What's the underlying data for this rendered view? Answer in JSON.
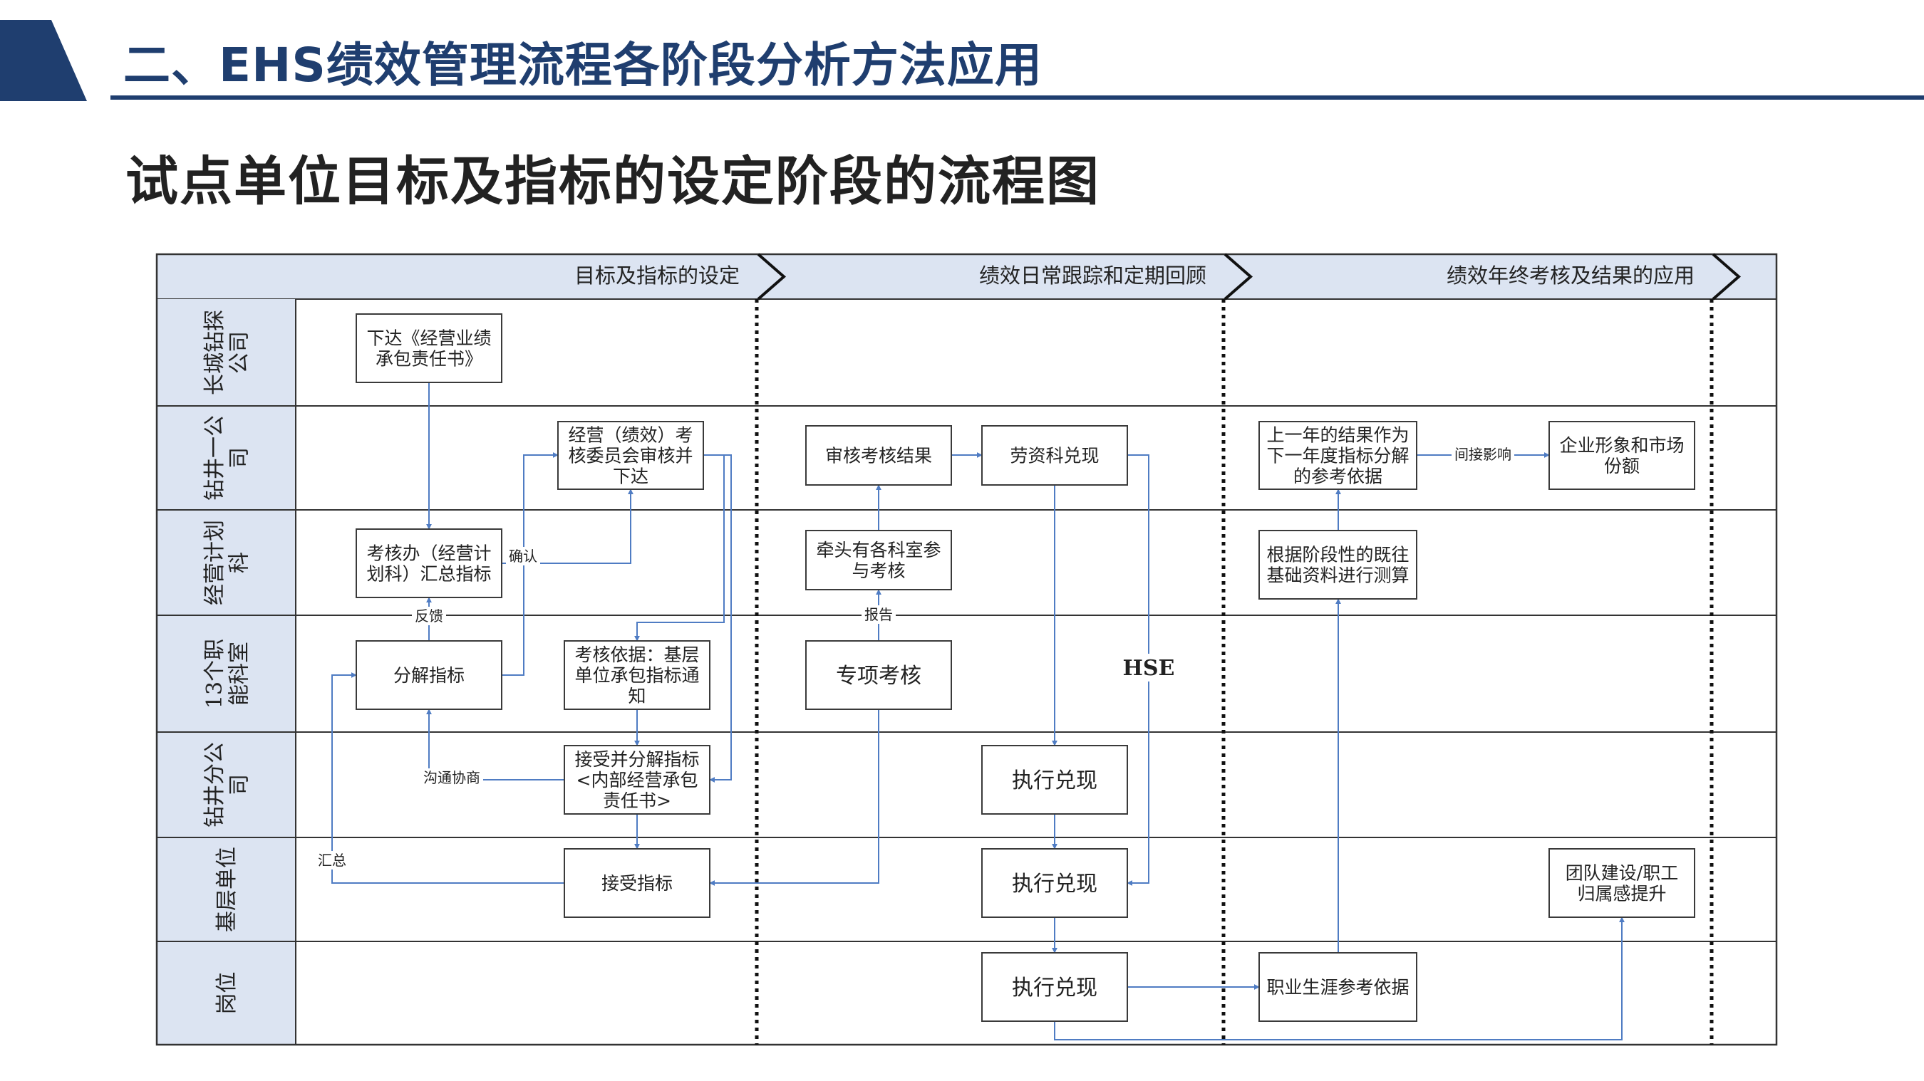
{
  "header": {
    "title": "二、EHS绩效管理流程各阶段分析方法应用",
    "subtitle": "试点单位目标及指标的设定阶段的流程图"
  },
  "colors": {
    "navy": "#1f3e6f",
    "lane_fill": "#dce4f2",
    "arrow": "#4f7cc3",
    "border": "#333333"
  },
  "phases": [
    {
      "label": "目标及指标的设定"
    },
    {
      "label": "绩效日常跟踪和定期回顾"
    },
    {
      "label": "绩效年终考核及结果的应用"
    }
  ],
  "lanes": [
    {
      "label": "长城钻探公司"
    },
    {
      "label": "钻井一公司"
    },
    {
      "label": "经营计划科"
    },
    {
      "label": "13个职能科室"
    },
    {
      "label": "钻井分公司"
    },
    {
      "label": "基层单位"
    },
    {
      "label": "岗位"
    }
  ],
  "boxes": {
    "b1": "下达《经营业绩承包责任书》",
    "b2": "经营（绩效）考核委员会审核并下达",
    "b3": "考核办（经营计划科）汇总指标",
    "b4": "分解指标",
    "b5": "考核依据：基层单位承包指标通知",
    "b6": "接受并分解指标<内部经营承包责任书>",
    "b7": "接受指标",
    "b8": "审核考核结果",
    "b9": "劳资科兑现",
    "b10": "牵头有各科室参与考核",
    "b11": "专项考核",
    "b12": "执行兑现",
    "b13": "执行兑现",
    "b14": "执行兑现",
    "b15": "上一年的结果作为下一年度指标分解的参考依据",
    "b16": "企业形象和市场份额",
    "b17": "根据阶段性的既往基础资料进行测算",
    "b18": "团队建设/职工归属感提升",
    "b19": "职业生涯参考依据"
  },
  "edge_labels": {
    "confirm": "确认",
    "feedback": "反馈",
    "negotiate": "沟通协商",
    "summary": "汇总",
    "report": "报告",
    "indirect": "间接影响",
    "hse": "HSE"
  }
}
